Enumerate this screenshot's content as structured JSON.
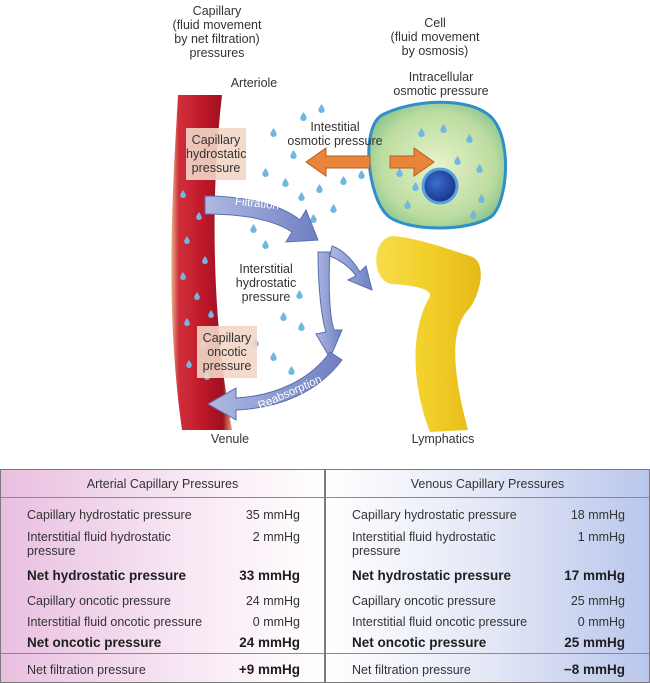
{
  "diagram": {
    "capillary_header": "Capillary\n(fluid movement\nby net filtration)\npressures",
    "cell_header": "Cell\n(fluid movement\nby osmosis)",
    "arteriole": "Arteriole",
    "intracellular_osmotic": "Intracellular\nosmotic pressure",
    "interstitial_osmotic": "Intestitial\nosmotic pressure",
    "capillary_hydrostatic": "Capillary\nhydrostatic\npressure",
    "filtration": "Filtration",
    "interstitial_hydrostatic": "Interstitial\nhydrostatic\npressure",
    "capillary_oncotic": "Capillary\noncotic\npressure",
    "reabsorption": "Reabsorption",
    "venule": "Venule",
    "lymphatics": "Lymphatics",
    "colors": {
      "vessel_red": "#c0192a",
      "vessel_edge": "#e8a07a",
      "arrow_blue": "#8c9bd0",
      "arrow_orange": "#e8853a",
      "cell_green": "#b8d99a",
      "cell_border": "#2f8fc8",
      "nucleus": "#1f3f9a",
      "lymph_yellow": "#f2cf2a",
      "droplet": "#6fb8e0"
    }
  },
  "arterial": {
    "title": "Arterial Capillary Pressures",
    "rows": [
      {
        "name": "Capillary hydrostatic pressure",
        "value": "35 mmHg"
      },
      {
        "name": "Interstitial fluid hydrostatic\npressure",
        "value": "2 mmHg"
      },
      {
        "name": "Net hydrostatic pressure",
        "value": "33 mmHg"
      },
      {
        "name": "Capillary oncotic pressure",
        "value": "24 mmHg"
      },
      {
        "name": "Interstitial fluid oncotic pressure",
        "value": "0 mmHg"
      },
      {
        "name": "Net oncotic pressure",
        "value": "24 mmHg"
      },
      {
        "name": "Net filtration pressure",
        "value": "+9 mmHg"
      }
    ]
  },
  "venous": {
    "title": "Venous Capillary Pressures",
    "rows": [
      {
        "name": "Capillary hydrostatic pressure",
        "value": "18 mmHg"
      },
      {
        "name": "Interstitial fluid hydrostatic\npressure",
        "value": "1 mmHg"
      },
      {
        "name": "Net hydrostatic pressure",
        "value": "17 mmHg"
      },
      {
        "name": "Capillary oncotic pressure",
        "value": "25 mmHg"
      },
      {
        "name": "Interstitial fluid oncotic pressure",
        "value": "0 mmHg"
      },
      {
        "name": "Net oncotic pressure",
        "value": "25 mmHg"
      },
      {
        "name": "Net filtration pressure",
        "value": "−8 mmHg"
      }
    ]
  }
}
